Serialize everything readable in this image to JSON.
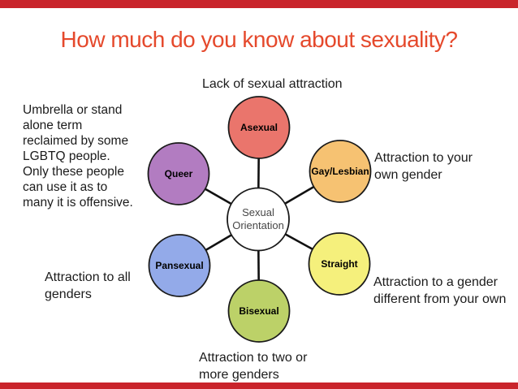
{
  "slide": {
    "title": "How much do you know about sexuality?",
    "title_color": "#e5492c",
    "accent_bar_color": "#c9242b",
    "background_color": "#ffffff"
  },
  "annotations": {
    "asexual_note": "Lack of sexual attraction",
    "queer_note": "Umbrella or stand\nalone term\nreclaimed by some\nLGBTQ people.\nOnly these people\ncan use it as to\nmany it is offensive.",
    "gay_lesbian_note": "Attraction to your\nown gender",
    "straight_note": "Attraction to a gender\ndifferent from your own",
    "pansexual_note": "Attraction to all\ngenders",
    "bisexual_note": "Attraction to two or\nmore genders"
  },
  "diagram": {
    "center": {
      "label": "Sexual\nOrientation",
      "fill": "#ffffff",
      "outline": "#1a1a1a"
    },
    "nodes": [
      {
        "id": "asexual",
        "label": "Asexual",
        "fill": "#ea756c"
      },
      {
        "id": "gay-lesbian",
        "label": "Gay/Lesbian",
        "fill": "#f6c272"
      },
      {
        "id": "straight",
        "label": "Straight",
        "fill": "#f5f07c"
      },
      {
        "id": "bisexual",
        "label": "Bisexual",
        "fill": "#bcd168"
      },
      {
        "id": "pansexual",
        "label": "Pansexual",
        "fill": "#93aae9"
      },
      {
        "id": "queer",
        "label": "Queer",
        "fill": "#b27cc1"
      }
    ]
  }
}
